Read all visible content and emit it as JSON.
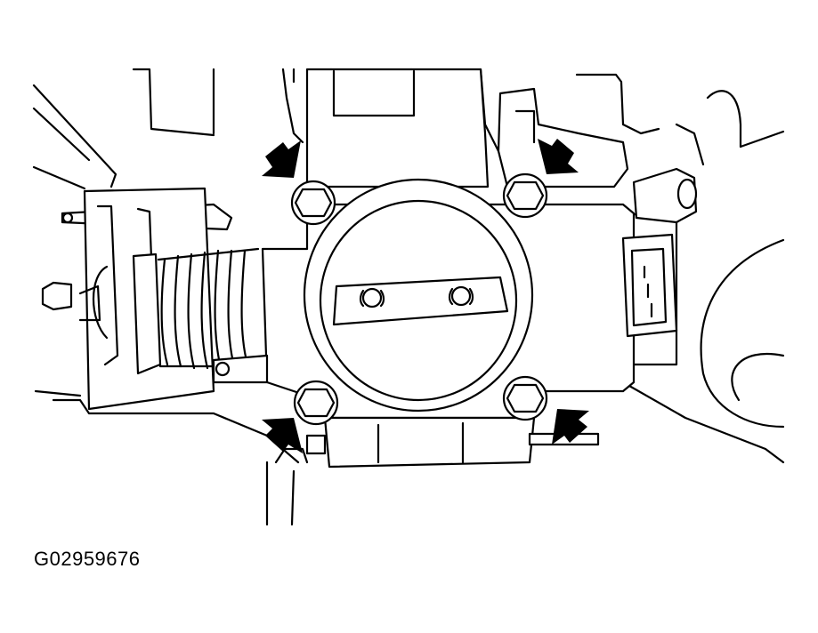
{
  "figure": {
    "caption": "G02959676"
  },
  "colors": {
    "ink": "#000000",
    "paper": "#ffffff"
  },
  "callouts": [
    {
      "name": "bolt-upper-left",
      "kind": "arrow"
    },
    {
      "name": "bolt-upper-right",
      "kind": "arrow"
    },
    {
      "name": "bolt-lower-left",
      "kind": "arrow"
    },
    {
      "name": "bolt-lower-right",
      "kind": "arrow"
    }
  ]
}
